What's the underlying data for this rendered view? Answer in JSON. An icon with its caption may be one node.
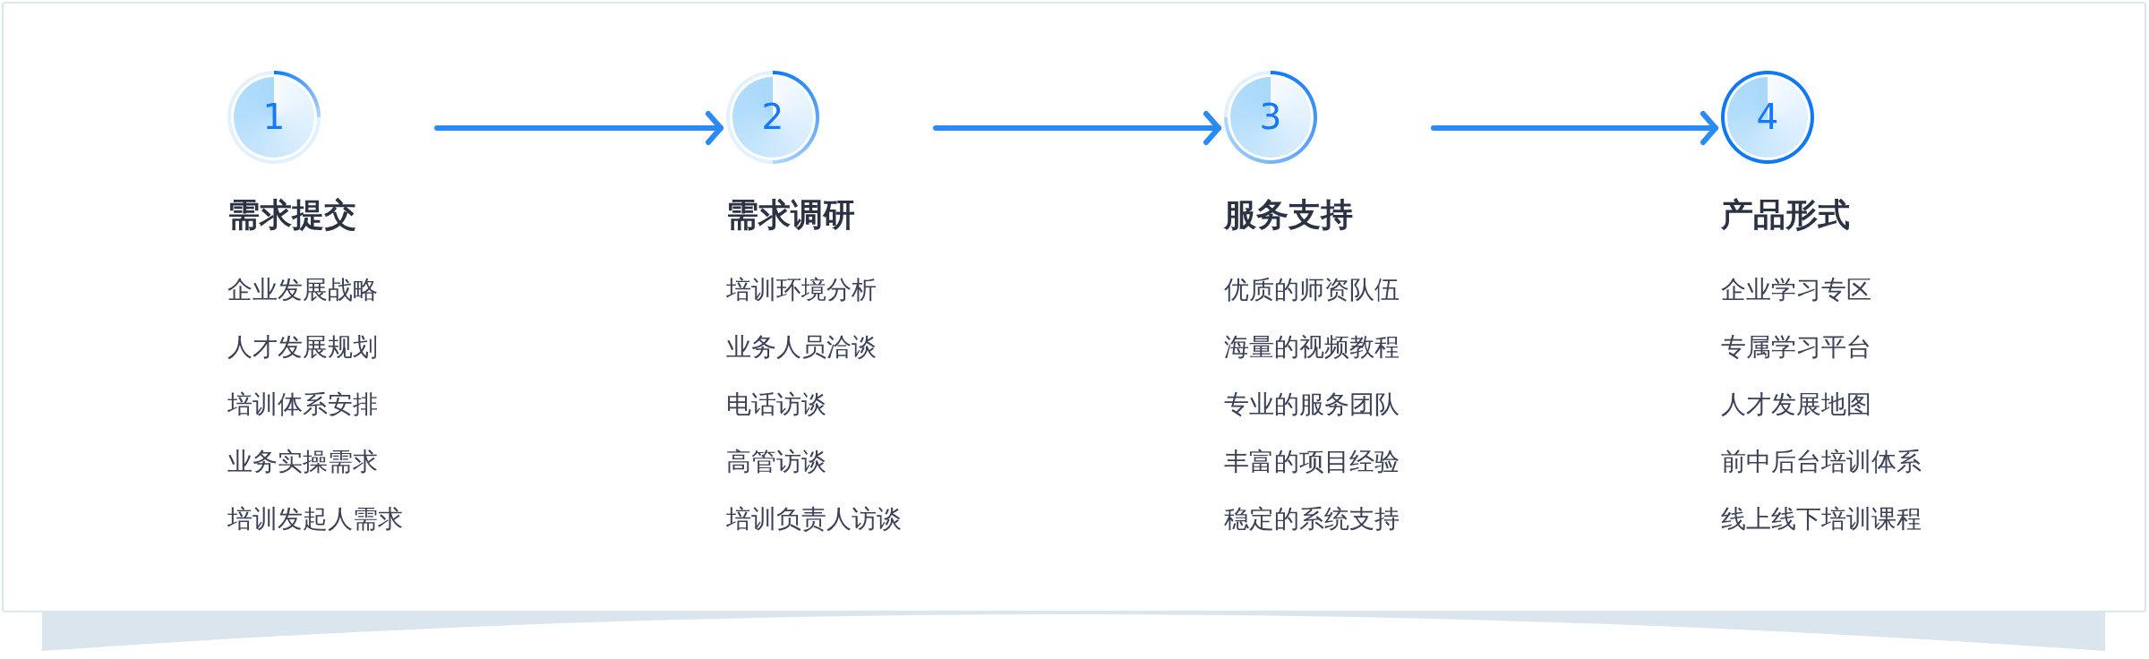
{
  "diagram": {
    "nodes": [
      {
        "text": [
          "1",
          "需求提交"
        ],
        "beside": [
          "企业发展战略",
          "人才发展规划",
          "培训体系安排",
          "业务实操需求",
          "培训发起人需求"
        ]
      },
      {
        "text": [
          "2",
          "需求调研"
        ],
        "beside": [
          "培训环境分析",
          "业务人员洽谈",
          "电话访谈",
          "高管访谈",
          "培训负责人访谈"
        ]
      },
      {
        "text": [
          "3",
          "服务支持"
        ],
        "beside": [
          "优质的师资队伍",
          "海量的视频教程",
          "专业的服务团队",
          "丰富的项目经验",
          "稳定的系统支持"
        ]
      },
      {
        "text": [
          "4",
          "产品形式"
        ],
        "beside": [
          "企业学习专区",
          "专属学习平台",
          "人才发展地图",
          "前中后台培训体系",
          "线上线下培训课程"
        ]
      }
    ],
    "edges": [
      {
        "from": 0,
        "to": 1,
        "arrow": "to"
      },
      {
        "from": 1,
        "to": 2,
        "arrow": "to"
      },
      {
        "from": 2,
        "to": 3,
        "arrow": "to"
      }
    ]
  }
}
